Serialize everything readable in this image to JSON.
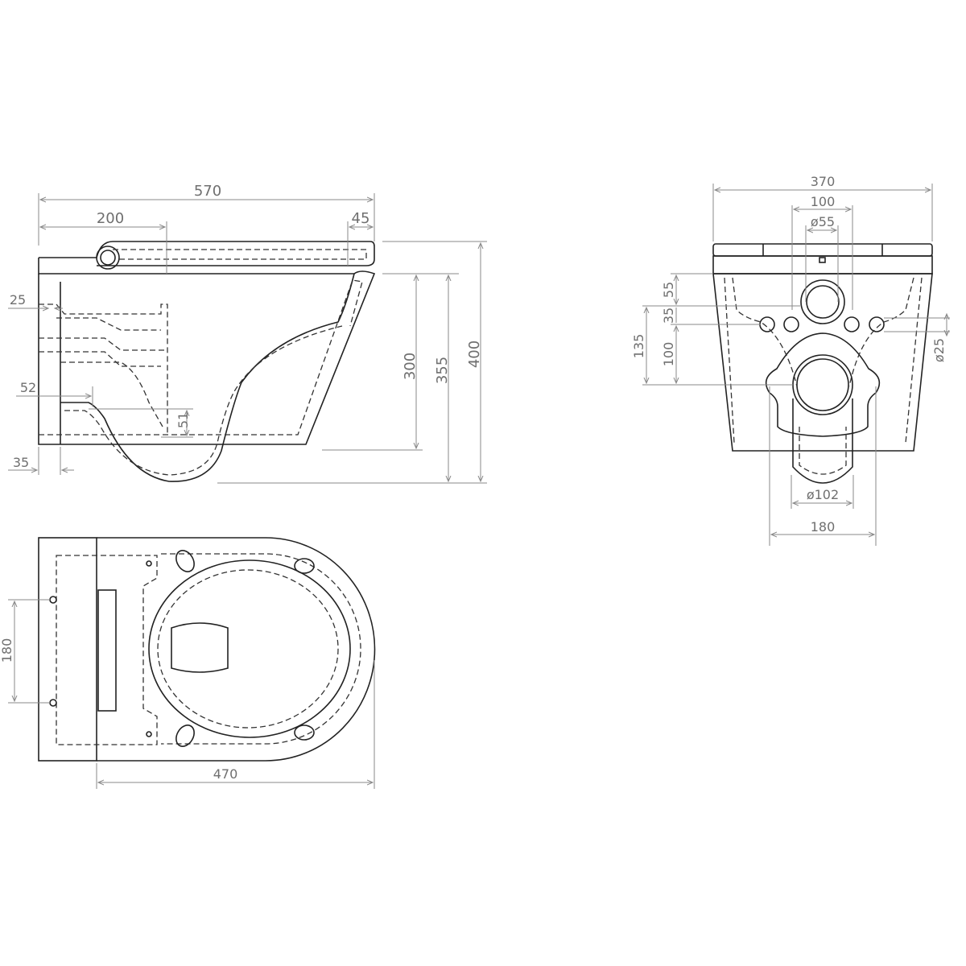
{
  "side_view": {
    "dims": {
      "overall_length": "570",
      "seat_hinge_offset": "200",
      "front_overhang": "45",
      "upper_inlet_offset": "25",
      "outlet_offset": "52",
      "outlet_height": "51",
      "wall_offset": "35",
      "bowl_height": "300",
      "outlet_drop": "355",
      "total_height": "400"
    }
  },
  "top_view": {
    "dims": {
      "fixing_spacing": "180",
      "bowl_length": "470"
    }
  },
  "front_view": {
    "dims": {
      "width": "370",
      "inlet_spacing": "100",
      "inlet_diameter": "ø55",
      "inlet_height": "55",
      "fixing_offset": "35",
      "outlet_to_inlet": "135",
      "outlet_to_fixing": "100",
      "fixing_diameter": "ø25",
      "outlet_diameter": "ø102",
      "outlet_clearance": "180"
    }
  },
  "colors": {
    "line": "#222222",
    "dimension": "#8a8a8a",
    "text": "#6f6f6f"
  }
}
